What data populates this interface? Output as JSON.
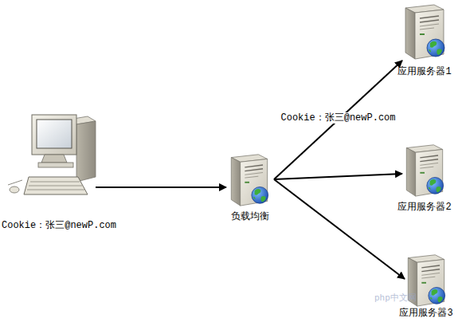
{
  "diagram": {
    "nodes": [
      {
        "text": [
          "Cookie：张三@newP.com"
        ]
      },
      {
        "text": [
          "负载均衡"
        ]
      },
      {
        "text": [
          "应用服务器1"
        ]
      },
      {
        "text": [
          "应用服务器2"
        ]
      },
      {
        "text": [
          "应用服务器3"
        ]
      }
    ],
    "edges": [
      {
        "from": 0,
        "to": 1,
        "arrow": "to"
      },
      {
        "from": 1,
        "to": 2,
        "label": "Cookie：张三@newP.com",
        "arrow": "to"
      },
      {
        "from": 1,
        "to": 3,
        "arrow": "to"
      },
      {
        "from": 1,
        "to": 4,
        "arrow": "to"
      }
    ],
    "labels": [
      "php中文网"
    ]
  }
}
